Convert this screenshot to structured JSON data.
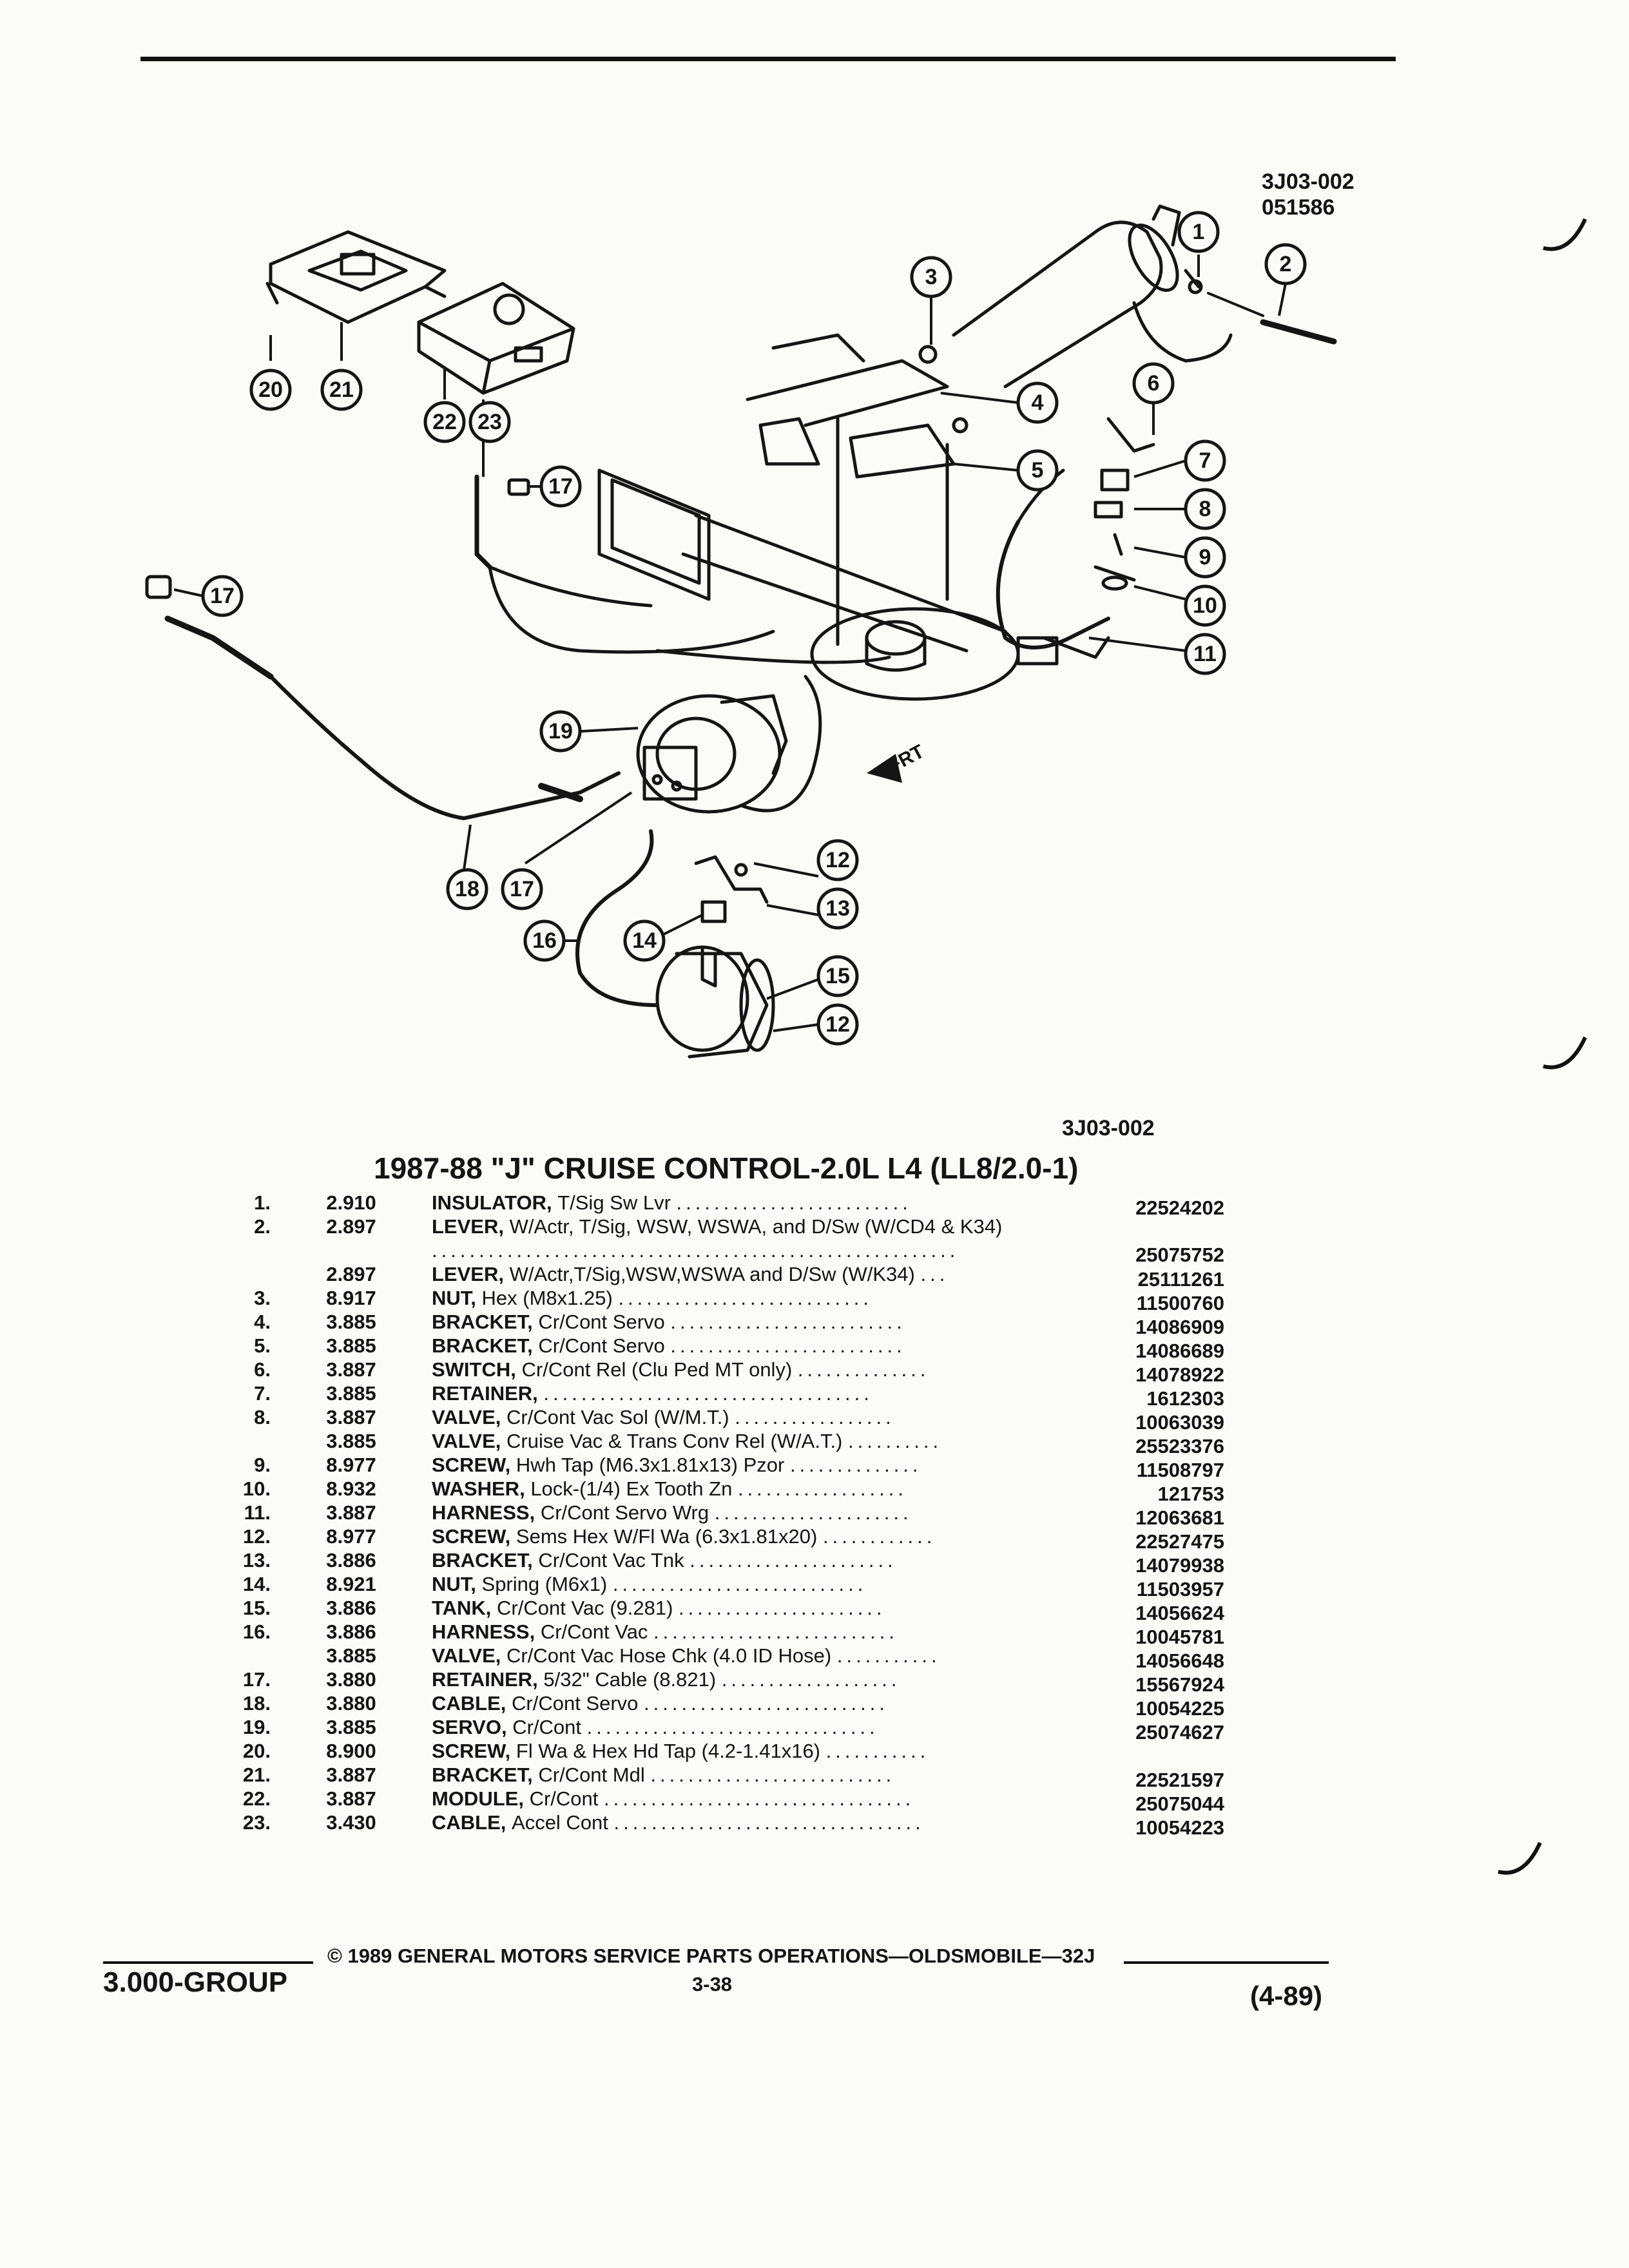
{
  "header": {
    "figure_code": "3J03-002",
    "figure_date": "051586",
    "figure_ref": "3J03-002"
  },
  "title": "1987-88 \"J\" CRUISE CONTROL-2.0L L4 (LL8/2.0-1)",
  "diagram": {
    "callouts": [
      "1",
      "2",
      "3",
      "4",
      "5",
      "6",
      "7",
      "8",
      "9",
      "10",
      "11",
      "12",
      "13",
      "14",
      "15",
      "16",
      "17",
      "18",
      "19",
      "20",
      "21",
      "22",
      "23"
    ],
    "direction_label": "FRT"
  },
  "parts": [
    {
      "ref": "1.",
      "group": "2.910",
      "name": "INSULATOR,",
      "spec": "T/Sig Sw Lvr",
      "dots": ".........................",
      "part": "22524202"
    },
    {
      "ref": "2.",
      "group": "2.897",
      "name": "LEVER,",
      "spec": "W/Actr, T/Sig, WSW, WSWA, and D/Sw (W/CD4 & K34)",
      "dots": "........................................................",
      "part": "25075752"
    },
    {
      "ref": "",
      "group": "2.897",
      "name": "LEVER,",
      "spec": "W/Actr,T/Sig,WSW,WSWA and D/Sw (W/K34)",
      "dots": "...",
      "part": "25111261"
    },
    {
      "ref": "3.",
      "group": "8.917",
      "name": "NUT,",
      "spec": "Hex (M8x1.25)",
      "dots": "...........................",
      "part": "11500760"
    },
    {
      "ref": "4.",
      "group": "3.885",
      "name": "BRACKET,",
      "spec": "Cr/Cont Servo",
      "dots": ".........................",
      "part": "14086909"
    },
    {
      "ref": "5.",
      "group": "3.885",
      "name": "BRACKET,",
      "spec": "Cr/Cont Servo",
      "dots": ".........................",
      "part": "14086689"
    },
    {
      "ref": "6.",
      "group": "3.887",
      "name": "SWITCH,",
      "spec": "Cr/Cont Rel (Clu Ped MT only)",
      "dots": "..............",
      "part": "14078922"
    },
    {
      "ref": "7.",
      "group": "3.885",
      "name": "RETAINER,",
      "spec": "",
      "dots": "...................................",
      "part": "1612303"
    },
    {
      "ref": "8.",
      "group": "3.887",
      "name": "VALVE,",
      "spec": "Cr/Cont Vac Sol (W/M.T.)",
      "dots": ".................",
      "part": "10063039"
    },
    {
      "ref": "",
      "group": "3.885",
      "name": "VALVE,",
      "spec": "Cruise Vac & Trans Conv Rel (W/A.T.)",
      "dots": "..........",
      "part": "25523376"
    },
    {
      "ref": "9.",
      "group": "8.977",
      "name": "SCREW,",
      "spec": "Hwh Tap (M6.3x1.81x13) Pzor",
      "dots": "..............",
      "part": "11508797"
    },
    {
      "ref": "10.",
      "group": "8.932",
      "name": "WASHER,",
      "spec": "Lock-(1/4) Ex Tooth Zn",
      "dots": "..................",
      "part": "121753"
    },
    {
      "ref": "11.",
      "group": "3.887",
      "name": "HARNESS,",
      "spec": "Cr/Cont Servo Wrg",
      "dots": ".....................",
      "part": "12063681"
    },
    {
      "ref": "12.",
      "group": "8.977",
      "name": "SCREW,",
      "spec": "Sems Hex W/Fl Wa (6.3x1.81x20)",
      "dots": "............",
      "part": "22527475"
    },
    {
      "ref": "13.",
      "group": "3.886",
      "name": "BRACKET,",
      "spec": "Cr/Cont Vac Tnk",
      "dots": "......................",
      "part": "14079938"
    },
    {
      "ref": "14.",
      "group": "8.921",
      "name": "NUT,",
      "spec": "Spring (M6x1)",
      "dots": "...........................",
      "part": "11503957"
    },
    {
      "ref": "15.",
      "group": "3.886",
      "name": "TANK,",
      "spec": "Cr/Cont Vac (9.281)",
      "dots": "......................",
      "part": "14056624"
    },
    {
      "ref": "16.",
      "group": "3.886",
      "name": "HARNESS,",
      "spec": "Cr/Cont Vac",
      "dots": "..........................",
      "part": "10045781"
    },
    {
      "ref": "",
      "group": "3.885",
      "name": "VALVE,",
      "spec": "Cr/Cont Vac Hose Chk (4.0 ID Hose)",
      "dots": "...........",
      "part": "14056648"
    },
    {
      "ref": "17.",
      "group": "3.880",
      "name": "RETAINER,",
      "spec": "5/32\" Cable (8.821)",
      "dots": "...................",
      "part": "15567924"
    },
    {
      "ref": "18.",
      "group": "3.880",
      "name": "CABLE,",
      "spec": "Cr/Cont Servo",
      "dots": "..........................",
      "part": "10054225"
    },
    {
      "ref": "19.",
      "group": "3.885",
      "name": "SERVO,",
      "spec": "Cr/Cont",
      "dots": "...............................",
      "part": "25074627"
    },
    {
      "ref": "20.",
      "group": "8.900",
      "name": "SCREW,",
      "spec": "Fl Wa & Hex Hd Tap (4.2-1.41x16)",
      "dots": "...........",
      "part": ""
    },
    {
      "ref": "21.",
      "group": "3.887",
      "name": "BRACKET,",
      "spec": "Cr/Cont Mdl",
      "dots": "..........................",
      "part": "22521597"
    },
    {
      "ref": "22.",
      "group": "3.887",
      "name": "MODULE,",
      "spec": "Cr/Cont",
      "dots": ".................................",
      "part": "25075044"
    },
    {
      "ref": "23.",
      "group": "3.430",
      "name": "CABLE,",
      "spec": "Accel Cont",
      "dots": ".................................",
      "part": "10054223"
    }
  ],
  "footer": {
    "group": "3.000-GROUP",
    "copyright": "© 1989 GENERAL MOTORS SERVICE PARTS OPERATIONS—OLDSMOBILE—32J",
    "page": "3-38",
    "date": "(4-89)"
  }
}
